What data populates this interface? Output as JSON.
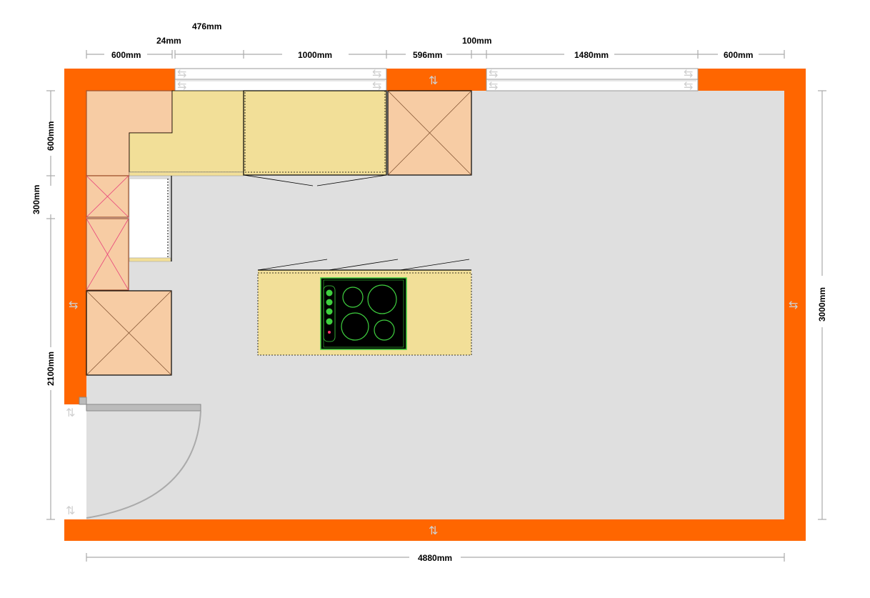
{
  "plan": {
    "colors": {
      "wall": "#ff6600",
      "floor": "#dfdfdf",
      "tall_cabinet": "#f7cca4",
      "worktop": "#f2df98",
      "appliance_outline": "#e8437a",
      "hob": "#000000",
      "hob_ring": "#3fd03f",
      "window_frame": "#aaaaaa"
    },
    "dimensions_top": {
      "d1": "600mm",
      "d2": "24mm",
      "d3": "476mm",
      "d4": "1000mm",
      "d5": "596mm",
      "d6": "100mm",
      "d7": "1480mm",
      "d8": "600mm"
    },
    "dimensions_left": {
      "d1": "600mm",
      "d2": "300mm",
      "d3": "2100mm"
    },
    "dimension_right": "3000mm",
    "dimension_bottom": "4880mm",
    "arrow_glyphs": {
      "left_right": "⇆",
      "up_down": "⇅"
    }
  }
}
